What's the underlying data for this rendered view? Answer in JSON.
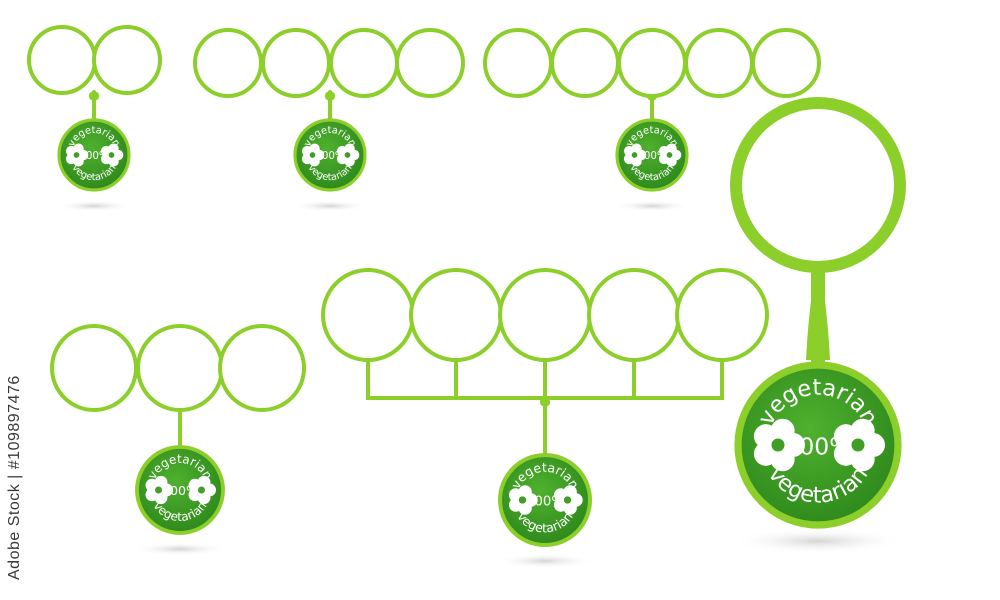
{
  "colors": {
    "ring": "#8ccf2b",
    "badge_fill": "#3f9e26",
    "badge_ring": "#8ccf2b",
    "badge_text": "#ffffff",
    "shadow": "#d9d9d9"
  },
  "badge": {
    "top_text": "vegetarian",
    "center_text": "100%",
    "bottom_text": "vegetarian",
    "flower_icon": "flower-icon"
  },
  "side_label": "Adobe Stock | #109897476",
  "groups": [
    {
      "id": "two-circle-group"
    },
    {
      "id": "four-circle-group"
    },
    {
      "id": "five-circle-group"
    },
    {
      "id": "three-circle-group"
    },
    {
      "id": "five-circle-bracket-group"
    },
    {
      "id": "single-circle-group"
    }
  ]
}
